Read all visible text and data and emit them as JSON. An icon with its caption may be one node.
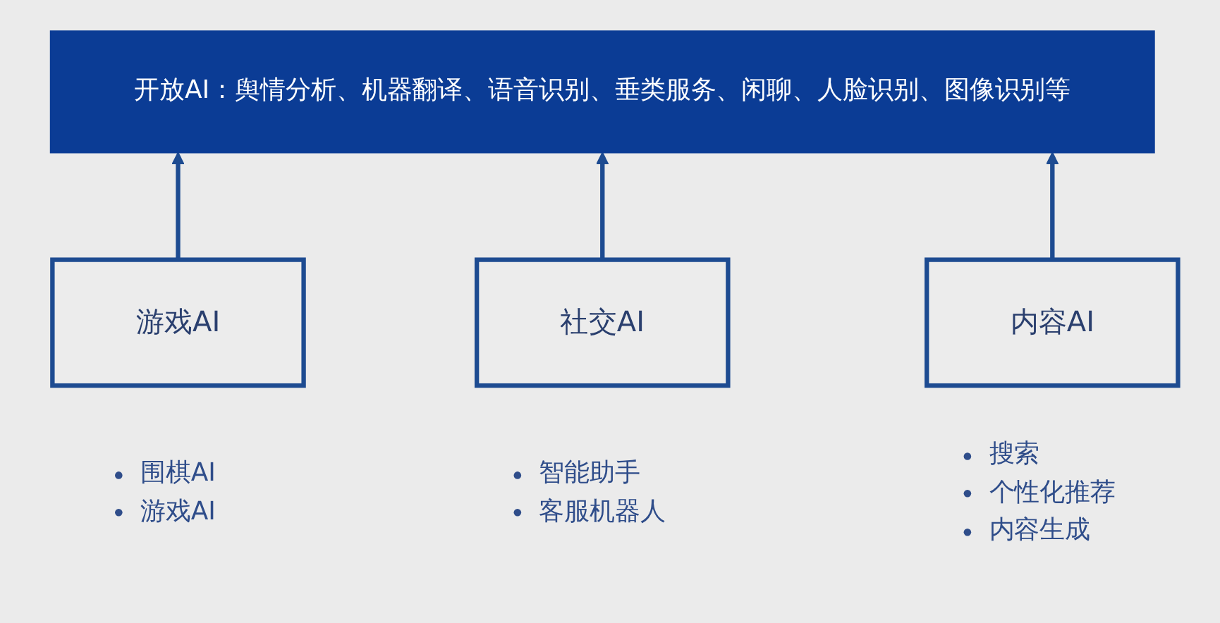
{
  "diagram": {
    "nodes": [
      {
        "text": [
          "开放AI：舆情分析、机器翻译、语音识别、垂类服务、闲聊、人脸识别、图像识别等"
        ]
      },
      {
        "text": [
          "游戏AI"
        ],
        "beside": [
          "围棋AI",
          "游戏AI"
        ]
      },
      {
        "text": [
          "社交AI"
        ],
        "beside": [
          "智能助手",
          "客服机器人"
        ]
      },
      {
        "text": [
          "内容AI"
        ],
        "beside": [
          "搜索",
          "个性化推荐",
          "内容生成"
        ]
      }
    ],
    "edges": [
      {
        "from": 1,
        "to": 0,
        "arrow": "to"
      },
      {
        "from": 2,
        "to": 0,
        "arrow": "to"
      },
      {
        "from": 3,
        "to": 0,
        "arrow": "to"
      }
    ]
  }
}
